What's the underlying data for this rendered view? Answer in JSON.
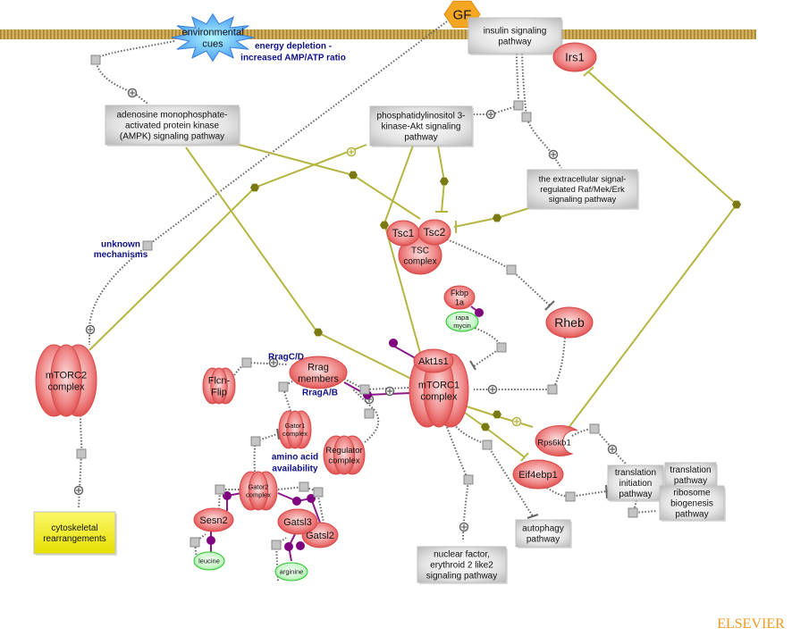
{
  "nodes": {
    "env": {
      "lines": [
        "environmental",
        "cues"
      ]
    },
    "gf": {
      "lines": [
        "GF"
      ]
    },
    "insulin": {
      "lines": [
        "insulin signaling",
        "pathway"
      ]
    },
    "irs1": {
      "lines": [
        "Irs1"
      ]
    },
    "ampk": {
      "lines": [
        "adenosine monophosphate-",
        "activated protein kinase",
        "(AMPK) signaling pathway"
      ]
    },
    "pi3k": {
      "lines": [
        "phosphatidylinositol 3-",
        "kinase-Akt signaling",
        "pathway"
      ]
    },
    "erk": {
      "lines": [
        "the extracellular signal-",
        "regulated Raf/Mek/Erk",
        "signaling pathway"
      ]
    },
    "tsc1": {
      "lines": [
        "Tsc1"
      ]
    },
    "tsc2": {
      "lines": [
        "Tsc2"
      ]
    },
    "tsc": {
      "lines": [
        "TSC",
        "complex"
      ]
    },
    "rheb": {
      "lines": [
        "Rheb"
      ]
    },
    "fkbp": {
      "lines": [
        "Fkbp",
        "1a"
      ]
    },
    "rapa": {
      "lines": [
        "rapa",
        "mycin"
      ]
    },
    "akt1s1": {
      "lines": [
        "Akt1s1"
      ]
    },
    "mtorc1": {
      "lines": [
        "mTORC1",
        "complex"
      ]
    },
    "mtorc2": {
      "lines": [
        "mTORC2",
        "complex"
      ]
    },
    "flcn": {
      "lines": [
        "Flcn-",
        "Flip"
      ]
    },
    "rrag": {
      "lines": [
        "Rrag",
        "members"
      ]
    },
    "gator1": {
      "lines": [
        "Gator1",
        "complex"
      ]
    },
    "regulator": {
      "lines": [
        "Regulator",
        "complex"
      ]
    },
    "gator2": {
      "lines": [
        "Gator2",
        "complex"
      ]
    },
    "sesn2": {
      "lines": [
        "Sesn2"
      ]
    },
    "gatsl3": {
      "lines": [
        "Gatsl3"
      ]
    },
    "gatsl2": {
      "lines": [
        "Gatsl2"
      ]
    },
    "leucine": {
      "lines": [
        "leucine"
      ]
    },
    "arginine": {
      "lines": [
        "arginine"
      ]
    },
    "cyto": {
      "lines": [
        "cytoskeletal",
        "rearrangements"
      ]
    },
    "rps6kb1": {
      "lines": [
        "Rps6kb1"
      ]
    },
    "eif4ebp1": {
      "lines": [
        "Eif4ebp1"
      ]
    },
    "transinit": {
      "lines": [
        "translation",
        "initiation",
        "pathway"
      ]
    },
    "transpath": {
      "lines": [
        "translation",
        "pathway"
      ]
    },
    "ribo": {
      "lines": [
        "ribosome",
        "biogenesis",
        "pathway"
      ]
    },
    "autophagy": {
      "lines": [
        "autophagy",
        "pathway"
      ]
    },
    "nrf2": {
      "lines": [
        "nuclear factor,",
        "erythroid 2 like2",
        "signaling pathway"
      ]
    }
  },
  "annotations": {
    "energy": [
      "energy depletion -",
      "increased AMP/ATP ratio"
    ],
    "unknown": [
      "unknown",
      "mechanisms"
    ],
    "amino": [
      "amino acid",
      "availability"
    ],
    "ragcd": "RragC/D",
    "ragab": "RragA/B"
  },
  "publisher": "ELSEVIER",
  "colors": {
    "membrane": "#c8a24a",
    "protein": "#e85a5a",
    "pathway_box": "#c8c8c8",
    "chemical": "#5ee05e",
    "process": "#f3ef1e",
    "gf": "#f5a623",
    "env": "#4fb8f0",
    "regulation_line": "#b5b542",
    "binding_line": "#8a1a8a",
    "label_text": "#10108a",
    "publisher": "#f29a1f"
  }
}
